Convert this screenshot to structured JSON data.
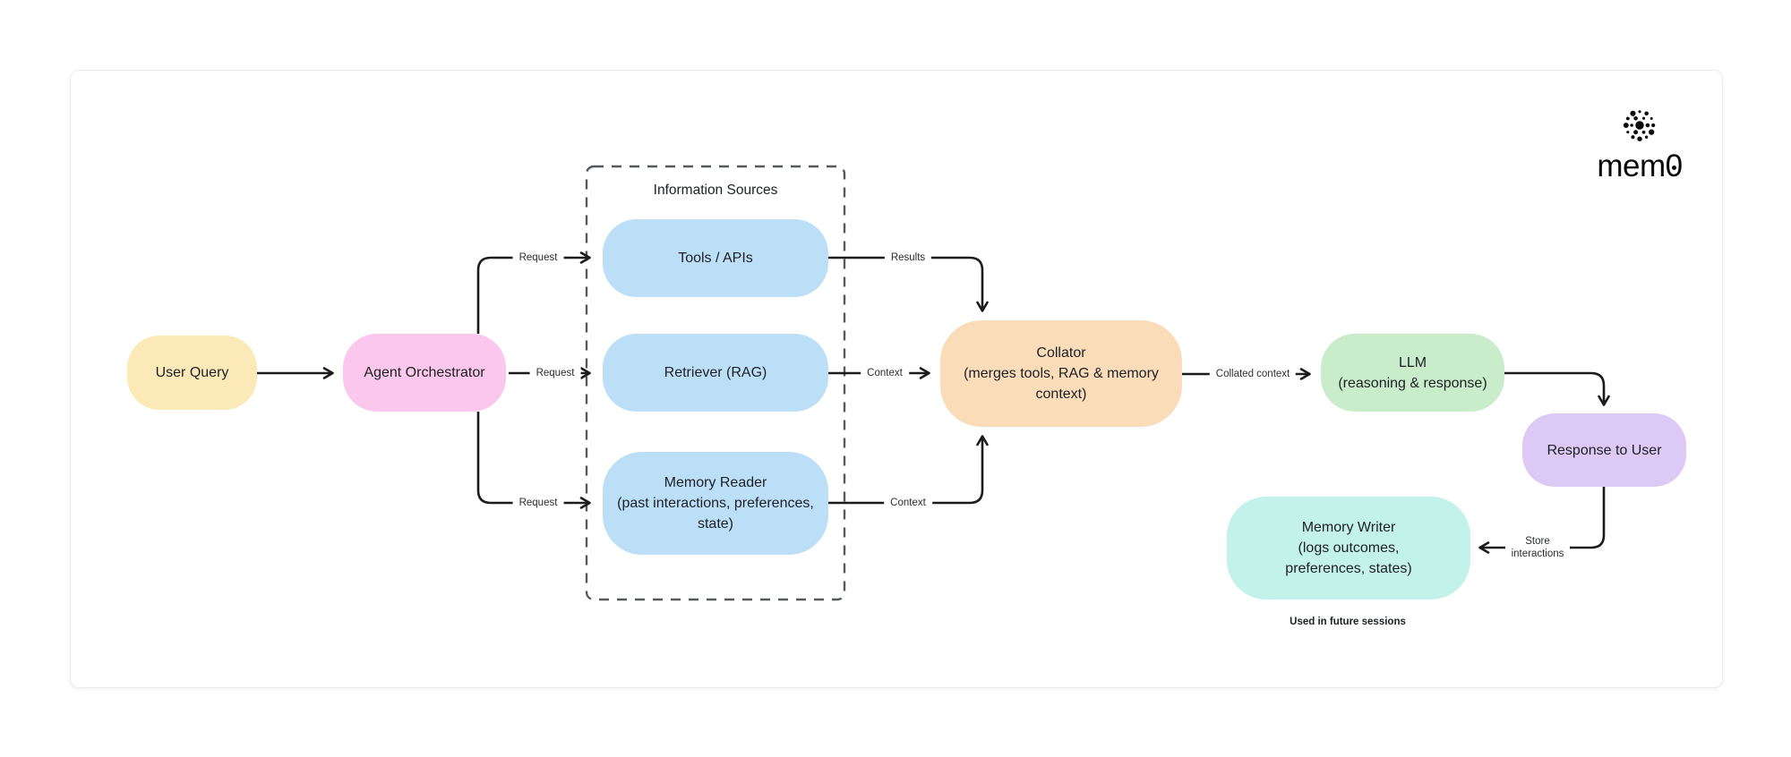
{
  "brand": {
    "name": "mem",
    "zero": "0"
  },
  "diagram": {
    "group": {
      "title": "Information Sources"
    },
    "nodes": {
      "user_query": {
        "lines": [
          "User Query"
        ]
      },
      "agent_orchestrator": {
        "lines": [
          "Agent Orchestrator"
        ]
      },
      "tools_apis": {
        "lines": [
          "Tools / APIs"
        ]
      },
      "retriever_rag": {
        "lines": [
          "Retriever (RAG)"
        ]
      },
      "memory_reader": {
        "lines": [
          "Memory Reader",
          "(past interactions, preferences,",
          "state)"
        ]
      },
      "collator": {
        "lines": [
          "Collator",
          "(merges tools, RAG & memory",
          "context)"
        ]
      },
      "llm": {
        "lines": [
          "LLM",
          "(reasoning & response)"
        ]
      },
      "response_to_user": {
        "lines": [
          "Response to User"
        ]
      },
      "memory_writer": {
        "lines": [
          "Memory Writer",
          "(logs outcomes,",
          "preferences, states)"
        ]
      }
    },
    "edges": [
      {
        "from": "User Query",
        "to": "Agent Orchestrator",
        "label": ""
      },
      {
        "from": "Agent Orchestrator",
        "to": "Tools / APIs",
        "label": "Request"
      },
      {
        "from": "Agent Orchestrator",
        "to": "Retriever (RAG)",
        "label": "Request"
      },
      {
        "from": "Agent Orchestrator",
        "to": "Memory Reader",
        "label": "Request"
      },
      {
        "from": "Tools / APIs",
        "to": "Collator",
        "label": "Results"
      },
      {
        "from": "Retriever (RAG)",
        "to": "Collator",
        "label": "Context"
      },
      {
        "from": "Memory Reader",
        "to": "Collator",
        "label": "Context"
      },
      {
        "from": "Collator",
        "to": "LLM",
        "label": "Collated context"
      },
      {
        "from": "LLM",
        "to": "Response to User",
        "label": ""
      },
      {
        "from": "Response to User",
        "to": "Memory Writer",
        "label": "Store interactions"
      }
    ],
    "notes": {
      "future_sessions": "Used in future sessions"
    }
  },
  "colors": {
    "node_yellow": "#fce9b8",
    "node_pink": "#fbc7ec",
    "node_blue": "#bcdff8",
    "node_orange": "#fbdcb8",
    "node_green": "#c9edca",
    "node_purple": "#dcc9f5",
    "node_teal": "#c3f2ea",
    "line": "#1c1c1c",
    "dashed_border": "#55595e",
    "text": "#1d2024"
  }
}
